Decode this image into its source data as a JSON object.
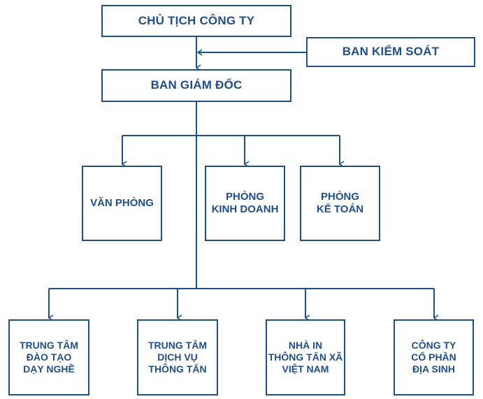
{
  "org_chart": {
    "chairman": "CHỦ TỊCH CÔNG TY",
    "supervisory_board": "BAN KIỂM SOÁT",
    "board_of_directors": "BAN GIÁM ĐỐC",
    "departments": {
      "office": "VĂN PHÒNG",
      "sales": "PHÒNG\nKINH DOANH",
      "accounting": "PHÒNG\nKẾ TOÁN"
    },
    "units": {
      "training_center": "TRUNG TÂM\nĐÀO TẠO\nDẠY NGHỀ",
      "media_service_center": "TRUNG TÂM\nDỊCH VỤ\nTHÔNG TẤN",
      "printing_house": "NHÀ IN\nTHÔNG TẤN XÃ\nVIỆT NAM",
      "geo_company": "CÔNG TY\nCỔ PHẦN\nĐỊA SINH"
    }
  },
  "colors": {
    "line": "#1f4e8c",
    "text": "#1f4e8c",
    "background": "#ffffff"
  }
}
